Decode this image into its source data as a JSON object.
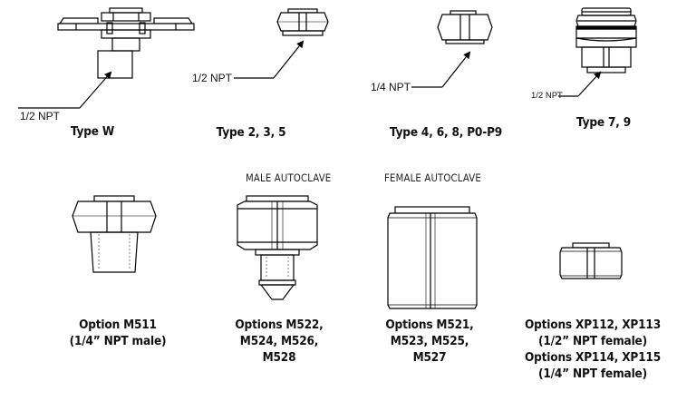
{
  "labels": {
    "npt_w": "1/2 NPT",
    "npt_2": "1/2 NPT",
    "npt_4": "1/4 NPT",
    "npt_7": "1/2 NPT",
    "male_autoclave": "MALE AUTOCLAVE",
    "female_autoclave": "FEMALE AUTOCLAVE"
  },
  "captions": {
    "type_w": "Type W",
    "type_235": "Type 2, 3, 5",
    "type_468": "Type 4, 6, 8, P0-P9",
    "type_79": "Type 7, 9",
    "m511_a": "Option M511",
    "m511_b": "(1/4” NPT male)",
    "m522_a": "Options M522,",
    "m522_b": "M524, M526,",
    "m522_c": "M528",
    "m521_a": "Options M521,",
    "m521_b": "M523, M525,",
    "m521_c": "M527",
    "xp_a": "Options XP112, XP113",
    "xp_b": "(1/2” NPT female)",
    "xp_c": "Options XP114, XP115",
    "xp_d": "(1/4” NPT female)"
  }
}
